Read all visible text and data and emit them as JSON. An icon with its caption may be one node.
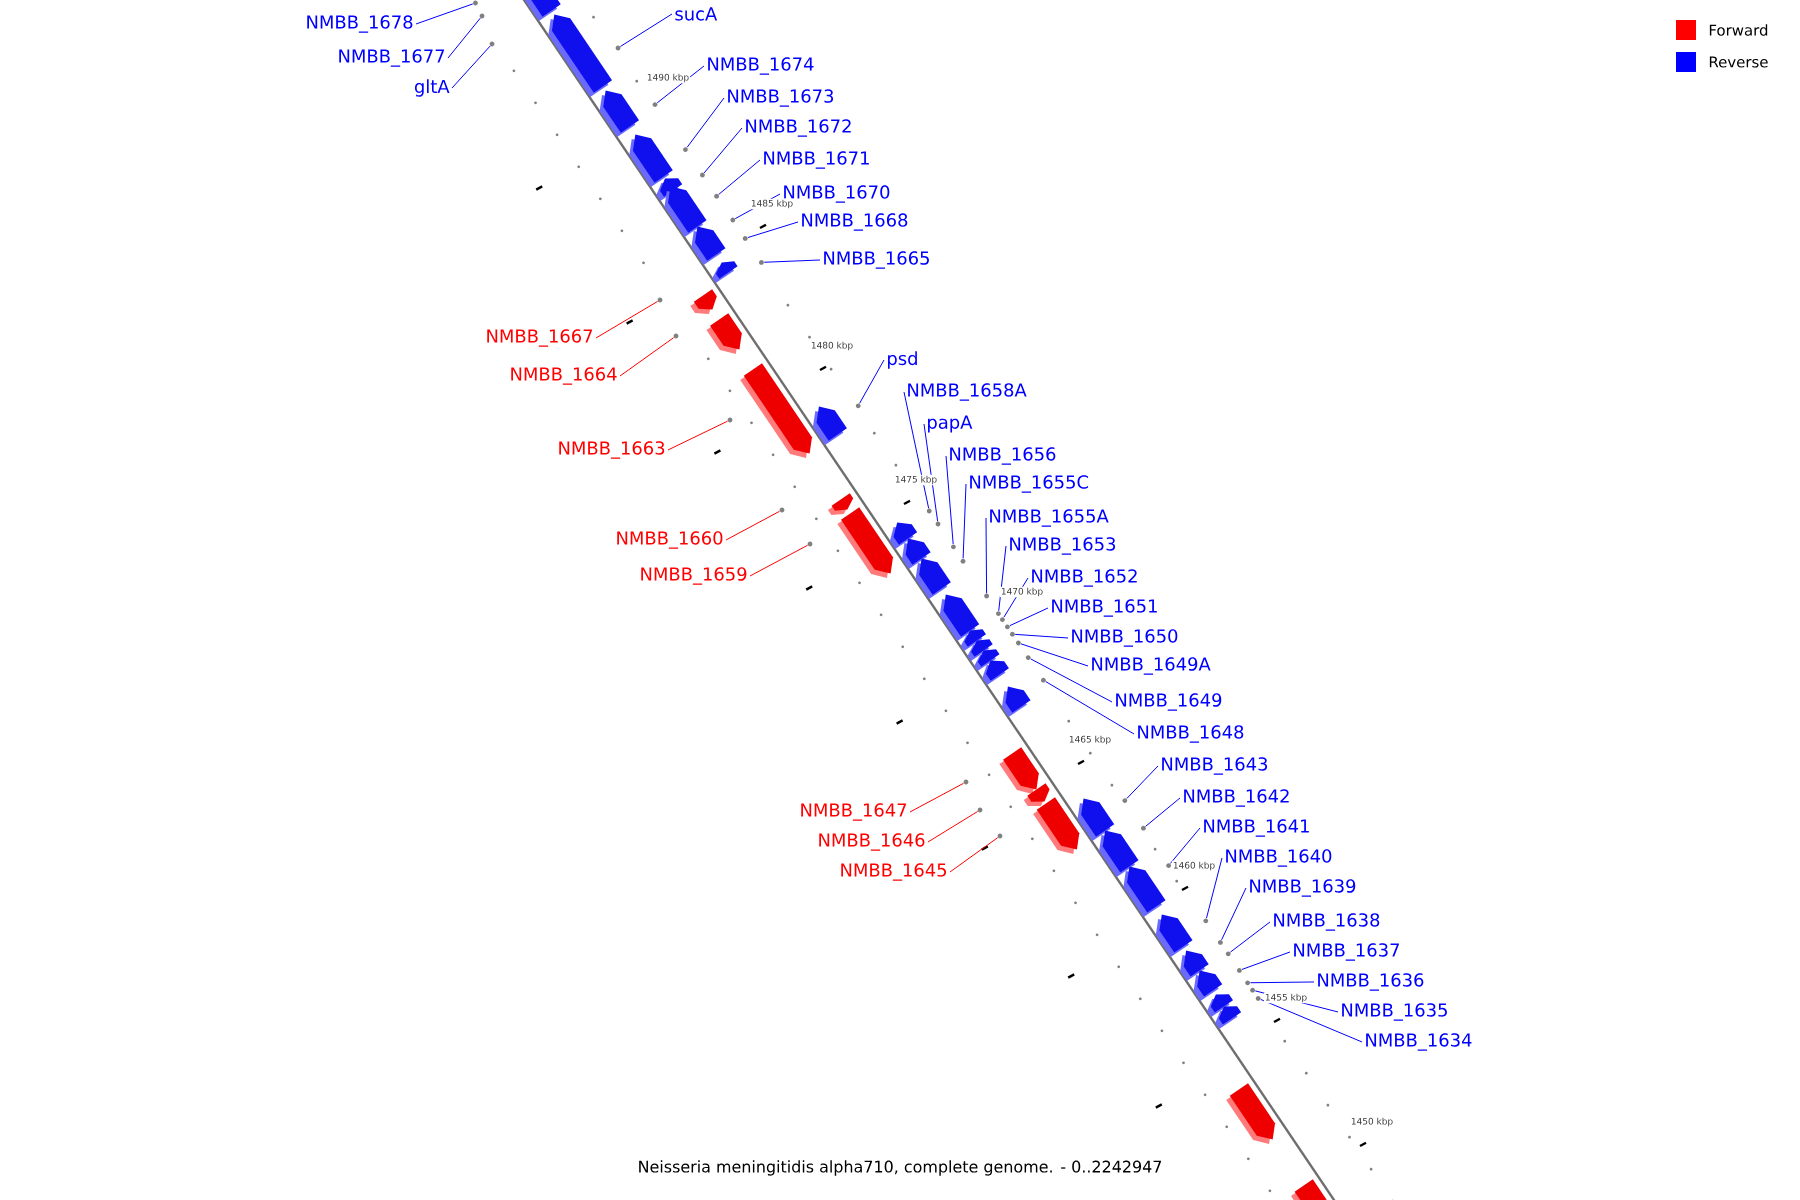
{
  "diagram": {
    "caption": "Neisseria meningitidis alpha710, complete genome. - 0..2242947",
    "nodes": [
      {
        "text": [
          "NMBB_1678"
        ]
      },
      {
        "text": [
          "sucA"
        ]
      },
      {
        "text": [
          "NMBB_1677"
        ]
      },
      {
        "text": [
          "gltA"
        ]
      },
      {
        "text": [
          "NMBB_1674"
        ]
      },
      {
        "text": [
          "NMBB_1673"
        ]
      },
      {
        "text": [
          "NMBB_1672"
        ]
      },
      {
        "text": [
          "NMBB_1671"
        ]
      },
      {
        "text": [
          "NMBB_1670"
        ]
      },
      {
        "text": [
          "NMBB_1668"
        ]
      },
      {
        "text": [
          "NMBB_1665"
        ]
      },
      {
        "text": [
          "NMBB_1667"
        ]
      },
      {
        "text": [
          "psd"
        ]
      },
      {
        "text": [
          "NMBB_1664"
        ]
      },
      {
        "text": [
          "NMBB_1658A"
        ]
      },
      {
        "text": [
          "papA"
        ]
      },
      {
        "text": [
          "NMBB_1663"
        ]
      },
      {
        "text": [
          "NMBB_1656"
        ]
      },
      {
        "text": [
          "NMBB_1655C"
        ]
      },
      {
        "text": [
          "NMBB_1655A"
        ]
      },
      {
        "text": [
          "NMBB_1660"
        ]
      },
      {
        "text": [
          "NMBB_1653"
        ]
      },
      {
        "text": [
          "NMBB_1659"
        ]
      },
      {
        "text": [
          "NMBB_1652"
        ]
      },
      {
        "text": [
          "NMBB_1651"
        ]
      },
      {
        "text": [
          "NMBB_1650"
        ]
      },
      {
        "text": [
          "NMBB_1649A"
        ]
      },
      {
        "text": [
          "NMBB_1649"
        ]
      },
      {
        "text": [
          "NMBB_1648"
        ]
      },
      {
        "text": [
          "NMBB_1643"
        ]
      },
      {
        "text": [
          "NMBB_1642"
        ]
      },
      {
        "text": [
          "NMBB_1647"
        ]
      },
      {
        "text": [
          "NMBB_1641"
        ]
      },
      {
        "text": [
          "NMBB_1646"
        ]
      },
      {
        "text": [
          "NMBB_1640"
        ]
      },
      {
        "text": [
          "NMBB_1645"
        ]
      },
      {
        "text": [
          "NMBB_1639"
        ]
      },
      {
        "text": [
          "NMBB_1638"
        ]
      },
      {
        "text": [
          "NMBB_1637"
        ]
      },
      {
        "text": [
          "NMBB_1636"
        ]
      },
      {
        "text": [
          "NMBB_1635"
        ]
      },
      {
        "text": [
          "NMBB_1634"
        ]
      },
      {
        "text": [],
        "shape": "circle"
      },
      {
        "text": [],
        "shape": "circle"
      },
      {
        "text": [],
        "shape": "circle"
      },
      {
        "text": [],
        "shape": "circle"
      },
      {
        "text": [],
        "shape": "circle"
      },
      {
        "text": [],
        "shape": "circle"
      },
      {
        "text": [],
        "shape": "circle"
      },
      {
        "text": [],
        "shape": "circle"
      },
      {
        "text": [],
        "shape": "circle"
      },
      {
        "text": [],
        "shape": "circle"
      },
      {
        "text": [],
        "shape": "circle"
      },
      {
        "text": [],
        "shape": "circle"
      },
      {
        "text": [],
        "shape": "circle"
      },
      {
        "text": [],
        "shape": "circle"
      },
      {
        "text": [],
        "shape": "circle"
      },
      {
        "text": [],
        "shape": "circle"
      },
      {
        "text": [],
        "shape": "circle"
      },
      {
        "text": [],
        "shape": "circle"
      },
      {
        "text": [],
        "shape": "circle"
      },
      {
        "text": [],
        "shape": "circle"
      },
      {
        "text": [],
        "shape": "circle"
      },
      {
        "text": [],
        "shape": "circle"
      },
      {
        "text": [],
        "shape": "circle"
      },
      {
        "text": [],
        "shape": "circle"
      },
      {
        "text": [],
        "shape": "circle"
      },
      {
        "text": [],
        "shape": "circle"
      },
      {
        "text": [],
        "shape": "circle"
      },
      {
        "text": [],
        "shape": "circle"
      },
      {
        "text": [],
        "shape": "circle"
      },
      {
        "text": [],
        "shape": "circle"
      },
      {
        "text": [],
        "shape": "circle"
      },
      {
        "text": [],
        "shape": "circle"
      },
      {
        "text": [],
        "shape": "circle"
      },
      {
        "text": [],
        "shape": "circle"
      },
      {
        "text": [],
        "shape": "circle"
      },
      {
        "text": [],
        "shape": "circle"
      },
      {
        "text": [],
        "shape": "circle"
      },
      {
        "text": [],
        "shape": "circle"
      },
      {
        "text": [],
        "shape": "circle"
      },
      {
        "text": [],
        "shape": "circle"
      },
      {
        "text": [],
        "shape": "circle"
      },
      {
        "text": [],
        "shape": "circle"
      }
    ],
    "edges": [
      {
        "from": 0,
        "to": 42,
        "arrow": "none"
      },
      {
        "from": 1,
        "to": 45,
        "arrow": "none"
      },
      {
        "from": 2,
        "to": 43,
        "arrow": "none"
      },
      {
        "from": 3,
        "to": 44,
        "arrow": "none"
      },
      {
        "from": 4,
        "to": 46,
        "arrow": "none"
      },
      {
        "from": 5,
        "to": 47,
        "arrow": "none"
      },
      {
        "from": 6,
        "to": 48,
        "arrow": "none"
      },
      {
        "from": 7,
        "to": 49,
        "arrow": "none"
      },
      {
        "from": 8,
        "to": 50,
        "arrow": "none"
      },
      {
        "from": 9,
        "to": 51,
        "arrow": "none"
      },
      {
        "from": 10,
        "to": 52,
        "arrow": "none"
      },
      {
        "from": 11,
        "to": 53,
        "arrow": "none",
        "color": "#ff0000"
      },
      {
        "from": 12,
        "to": 55,
        "arrow": "none"
      },
      {
        "from": 13,
        "to": 54,
        "arrow": "none",
        "color": "#ff0000"
      },
      {
        "from": 14,
        "to": 58,
        "arrow": "none"
      },
      {
        "from": 15,
        "to": 59,
        "arrow": "none"
      },
      {
        "from": 16,
        "to": 56,
        "arrow": "none",
        "color": "#ff0000"
      },
      {
        "from": 17,
        "to": 61,
        "arrow": "none"
      },
      {
        "from": 18,
        "to": 62,
        "arrow": "none"
      },
      {
        "from": 19,
        "to": 63,
        "arrow": "none"
      },
      {
        "from": 20,
        "to": 57,
        "arrow": "none",
        "color": "#ff0000"
      },
      {
        "from": 21,
        "to": 64,
        "arrow": "none"
      },
      {
        "from": 22,
        "to": 60,
        "arrow": "none",
        "color": "#ff0000"
      },
      {
        "from": 23,
        "to": 65,
        "arrow": "none"
      },
      {
        "from": 24,
        "to": 66,
        "arrow": "none"
      },
      {
        "from": 25,
        "to": 67,
        "arrow": "none"
      },
      {
        "from": 26,
        "to": 68,
        "arrow": "none"
      },
      {
        "from": 27,
        "to": 69,
        "arrow": "none"
      },
      {
        "from": 28,
        "to": 70,
        "arrow": "none"
      },
      {
        "from": 29,
        "to": 73,
        "arrow": "none"
      },
      {
        "from": 30,
        "to": 75,
        "arrow": "none"
      },
      {
        "from": 31,
        "to": 71,
        "arrow": "none",
        "color": "#ff0000"
      },
      {
        "from": 32,
        "to": 76,
        "arrow": "none"
      },
      {
        "from": 33,
        "to": 72,
        "arrow": "none",
        "color": "#ff0000"
      },
      {
        "from": 34,
        "to": 77,
        "arrow": "none"
      },
      {
        "from": 35,
        "to": 74,
        "arrow": "none",
        "color": "#ff0000"
      },
      {
        "from": 36,
        "to": 78,
        "arrow": "none"
      },
      {
        "from": 37,
        "to": 79,
        "arrow": "none"
      },
      {
        "from": 38,
        "to": 80,
        "arrow": "none"
      },
      {
        "from": 39,
        "to": 81,
        "arrow": "none"
      },
      {
        "from": 40,
        "to": 82,
        "arrow": "none"
      },
      {
        "from": 41,
        "to": 83,
        "arrow": "none"
      }
    ],
    "labels": [
      "1490 kbp",
      "1485 kbp",
      "1480 kbp",
      "1475 kbp",
      "1470 kbp",
      "1465 kbp",
      "1460 kbp",
      "1455 kbp",
      "1450 kbp"
    ],
    "legend": [
      {
        "text": "Forward",
        "color": "#ff0000"
      },
      {
        "text": "Reverse",
        "color": "#0000ff"
      }
    ]
  }
}
